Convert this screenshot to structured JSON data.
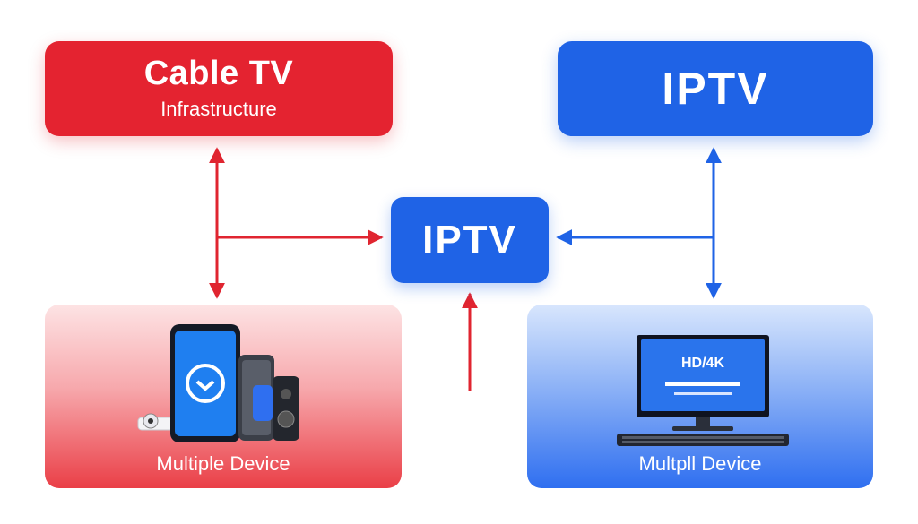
{
  "diagram": {
    "cable_box": {
      "title": "Cable TV",
      "subtitle": "Infrastructure"
    },
    "iptv_top_box": {
      "title": "IPTV"
    },
    "iptv_center_box": {
      "title": "IPTV"
    },
    "left_panel": {
      "label": "Multiple Device"
    },
    "right_panel": {
      "label": "Multpll Device",
      "screen_text": "HD/4K"
    }
  },
  "colors": {
    "red": "#e42330",
    "blue": "#1f63e6",
    "arrow_red": "#e02530",
    "arrow_blue": "#1f63e6"
  },
  "icons": [
    "smartphone-icon",
    "device-stack-icon",
    "computer-monitor-icon",
    "keyboard-icon"
  ]
}
